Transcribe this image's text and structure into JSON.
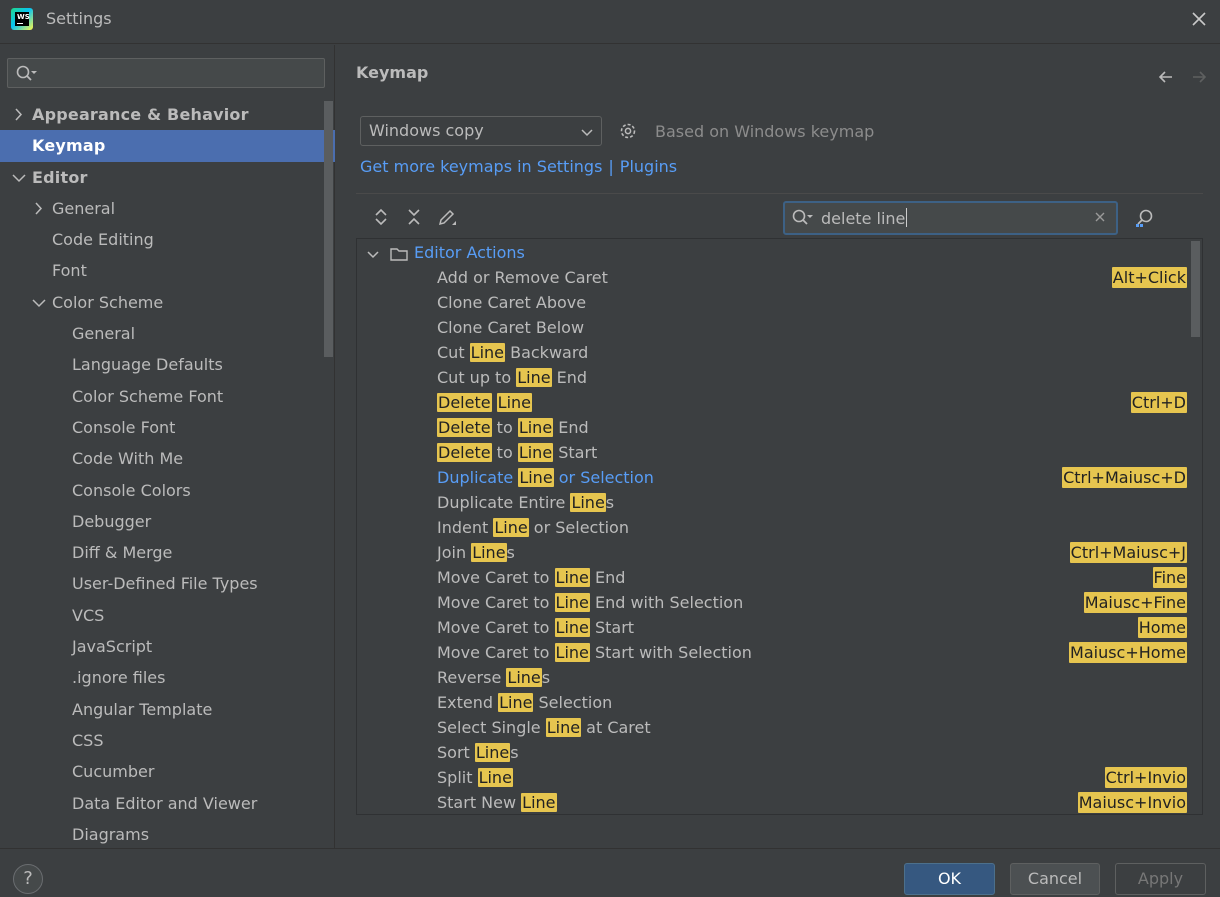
{
  "window": {
    "title": "Settings"
  },
  "left": {
    "search_placeholder": "",
    "tree": [
      {
        "label": "Appearance & Behavior",
        "level": 0,
        "bold": true,
        "arrow": "right"
      },
      {
        "label": "Keymap",
        "level": 0,
        "bold": true,
        "selected": true
      },
      {
        "label": "Editor",
        "level": 0,
        "bold": true,
        "arrow": "down"
      },
      {
        "label": "General",
        "level": 1,
        "arrow": "right"
      },
      {
        "label": "Code Editing",
        "level": 1
      },
      {
        "label": "Font",
        "level": 1
      },
      {
        "label": "Color Scheme",
        "level": 1,
        "arrow": "down"
      },
      {
        "label": "General",
        "level": 2
      },
      {
        "label": "Language Defaults",
        "level": 2
      },
      {
        "label": "Color Scheme Font",
        "level": 2
      },
      {
        "label": "Console Font",
        "level": 2
      },
      {
        "label": "Code With Me",
        "level": 2
      },
      {
        "label": "Console Colors",
        "level": 2
      },
      {
        "label": "Debugger",
        "level": 2
      },
      {
        "label": "Diff & Merge",
        "level": 2
      },
      {
        "label": "User-Defined File Types",
        "level": 2
      },
      {
        "label": "VCS",
        "level": 2
      },
      {
        "label": "JavaScript",
        "level": 2
      },
      {
        "label": ".ignore files",
        "level": 2
      },
      {
        "label": "Angular Template",
        "level": 2
      },
      {
        "label": "CSS",
        "level": 2
      },
      {
        "label": "Cucumber",
        "level": 2
      },
      {
        "label": "Data Editor and Viewer",
        "level": 2
      },
      {
        "label": "Diagrams",
        "level": 2
      }
    ]
  },
  "main": {
    "title": "Keymap",
    "keymap_selected": "Windows copy",
    "based_on": "Based on Windows keymap",
    "link_settings": "Get more keymaps in Settings",
    "link_separator": "|",
    "link_plugins": "Plugins",
    "search_value": "delete line",
    "group": "Editor Actions",
    "actions": [
      {
        "parts": [
          [
            "Add or Remove Caret",
            false
          ]
        ],
        "shortcut": "Alt+Click"
      },
      {
        "parts": [
          [
            "Clone Caret Above",
            false
          ]
        ],
        "shortcut": ""
      },
      {
        "parts": [
          [
            "Clone Caret Below",
            false
          ]
        ],
        "shortcut": ""
      },
      {
        "parts": [
          [
            "Cut ",
            false
          ],
          [
            "Line",
            true
          ],
          [
            " Backward",
            false
          ]
        ],
        "shortcut": ""
      },
      {
        "parts": [
          [
            "Cut up to ",
            false
          ],
          [
            "Line",
            true
          ],
          [
            " End",
            false
          ]
        ],
        "shortcut": ""
      },
      {
        "parts": [
          [
            "Delete",
            true
          ],
          [
            " ",
            false
          ],
          [
            "Line",
            true
          ]
        ],
        "shortcut": "Ctrl+D"
      },
      {
        "parts": [
          [
            "Delete",
            true
          ],
          [
            " to ",
            false
          ],
          [
            "Line",
            true
          ],
          [
            " End",
            false
          ]
        ],
        "shortcut": ""
      },
      {
        "parts": [
          [
            "Delete",
            true
          ],
          [
            " to ",
            false
          ],
          [
            "Line",
            true
          ],
          [
            " Start",
            false
          ]
        ],
        "shortcut": ""
      },
      {
        "parts": [
          [
            "Duplicate ",
            false
          ],
          [
            "Line",
            true
          ],
          [
            " or Selection",
            false
          ]
        ],
        "shortcut": "Ctrl+Maiusc+D",
        "blue": true
      },
      {
        "parts": [
          [
            "Duplicate Entire ",
            false
          ],
          [
            "Line",
            true
          ],
          [
            "s",
            false
          ]
        ],
        "shortcut": ""
      },
      {
        "parts": [
          [
            "Indent ",
            false
          ],
          [
            "Line",
            true
          ],
          [
            " or Selection",
            false
          ]
        ],
        "shortcut": ""
      },
      {
        "parts": [
          [
            "Join ",
            false
          ],
          [
            "Line",
            true
          ],
          [
            "s",
            false
          ]
        ],
        "shortcut": "Ctrl+Maiusc+J"
      },
      {
        "parts": [
          [
            "Move Caret to ",
            false
          ],
          [
            "Line",
            true
          ],
          [
            " End",
            false
          ]
        ],
        "shortcut": "Fine"
      },
      {
        "parts": [
          [
            "Move Caret to ",
            false
          ],
          [
            "Line",
            true
          ],
          [
            " End with Selection",
            false
          ]
        ],
        "shortcut": "Maiusc+Fine"
      },
      {
        "parts": [
          [
            "Move Caret to ",
            false
          ],
          [
            "Line",
            true
          ],
          [
            " Start",
            false
          ]
        ],
        "shortcut": "Home"
      },
      {
        "parts": [
          [
            "Move Caret to ",
            false
          ],
          [
            "Line",
            true
          ],
          [
            " Start with Selection",
            false
          ]
        ],
        "shortcut": "Maiusc+Home"
      },
      {
        "parts": [
          [
            "Reverse ",
            false
          ],
          [
            "Line",
            true
          ],
          [
            "s",
            false
          ]
        ],
        "shortcut": ""
      },
      {
        "parts": [
          [
            "Extend ",
            false
          ],
          [
            "Line",
            true
          ],
          [
            " Selection",
            false
          ]
        ],
        "shortcut": ""
      },
      {
        "parts": [
          [
            "Select Single ",
            false
          ],
          [
            "Line",
            true
          ],
          [
            " at Caret",
            false
          ]
        ],
        "shortcut": ""
      },
      {
        "parts": [
          [
            "Sort ",
            false
          ],
          [
            "Line",
            true
          ],
          [
            "s",
            false
          ]
        ],
        "shortcut": ""
      },
      {
        "parts": [
          [
            "Split ",
            false
          ],
          [
            "Line",
            true
          ]
        ],
        "shortcut": "Ctrl+Invio"
      },
      {
        "parts": [
          [
            "Start New ",
            false
          ],
          [
            "Line",
            true
          ]
        ],
        "shortcut": "Maiusc+Invio"
      }
    ]
  },
  "footer": {
    "help": "?",
    "ok": "OK",
    "cancel": "Cancel",
    "apply": "Apply"
  },
  "colors": {
    "background": "#3c3f41",
    "selection": "#4b6eaf",
    "link": "#589df6",
    "highlight": "#e6c54f"
  }
}
